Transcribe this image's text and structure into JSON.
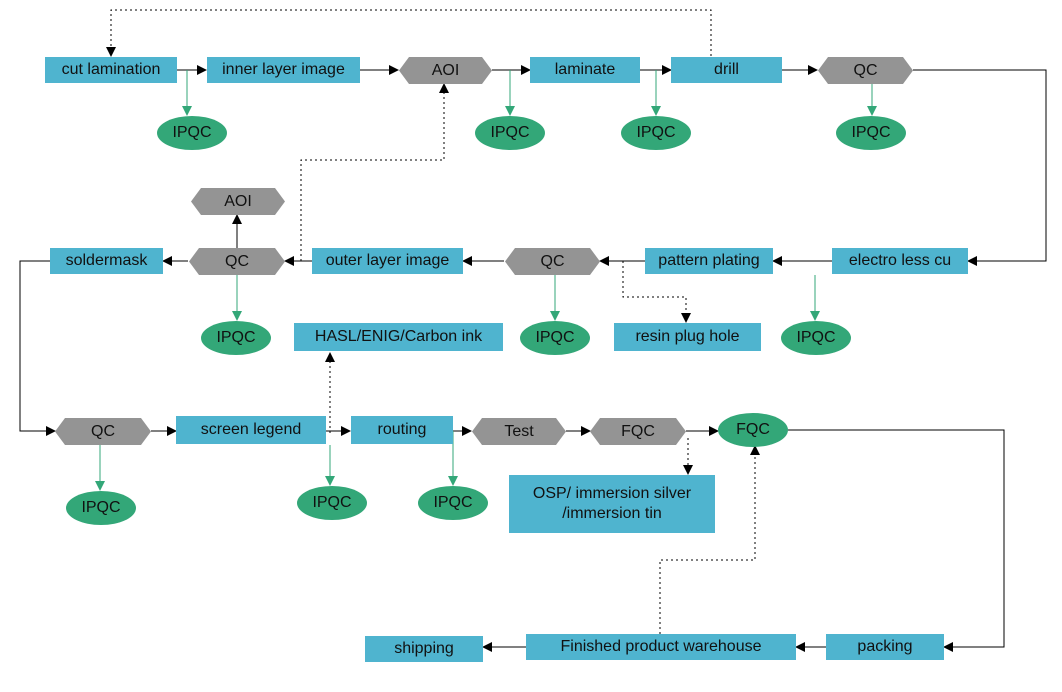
{
  "colors": {
    "process": "#4fb4cf",
    "inspection": "#949494",
    "ipqc": "#33a778",
    "flow_line": "#000000",
    "ipqc_line": "#33a778"
  },
  "nodes": {
    "cut_lamination": "cut lamination",
    "inner_layer_image": "inner layer image",
    "aoi_1": "AOI",
    "laminate": "laminate",
    "drill": "drill",
    "qc_1": "QC",
    "electro_less_cu": "electro less cu",
    "pattern_plating": "pattern plating",
    "qc_2": "QC",
    "outer_layer_image": "outer layer image",
    "qc_3": "QC",
    "aoi_2": "AOI",
    "soldermask": "soldermask",
    "resin_plug_hole": "resin plug hole",
    "hasl_enig_carbon": "HASL/ENIG/Carbon ink",
    "qc_4": "QC",
    "screen_legend": "screen legend",
    "routing": "routing",
    "test": "Test",
    "fqc_1": "FQC",
    "fqc_2": "FQC",
    "osp_line1": "OSP/ immersion silver",
    "osp_line2": "/immersion tin",
    "packing": "packing",
    "finished_product_warehouse": "Finished product warehouse",
    "shipping": "shipping",
    "ipqc_label": "IPQC"
  }
}
